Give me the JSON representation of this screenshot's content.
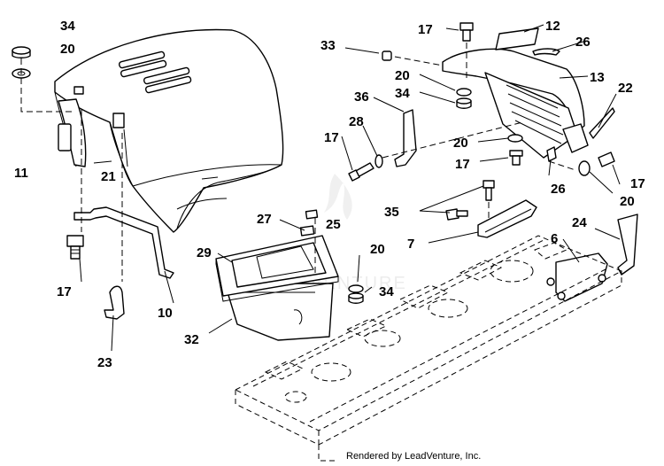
{
  "callouts": {
    "c34a": "34",
    "c20a": "20",
    "c11": "11",
    "c21": "21",
    "c17a": "17",
    "c10": "10",
    "c23": "23",
    "c27": "27",
    "c25": "25",
    "c29": "29",
    "c32": "32",
    "c20b": "20",
    "c34b": "34",
    "c33": "33",
    "c17b": "17",
    "c12": "12",
    "c26a": "26",
    "c13": "13",
    "c20c": "20",
    "c34c": "34",
    "c36": "36",
    "c28": "28",
    "c17c": "17",
    "c22": "22",
    "c20d": "20",
    "c17d": "17",
    "c26b": "26",
    "c17e": "17",
    "c20e": "20",
    "c35": "35",
    "c7": "7",
    "c24": "24",
    "c6": "6"
  },
  "watermark": "LEADVENTURE",
  "credit": "Rendered by LeadVenture, Inc."
}
